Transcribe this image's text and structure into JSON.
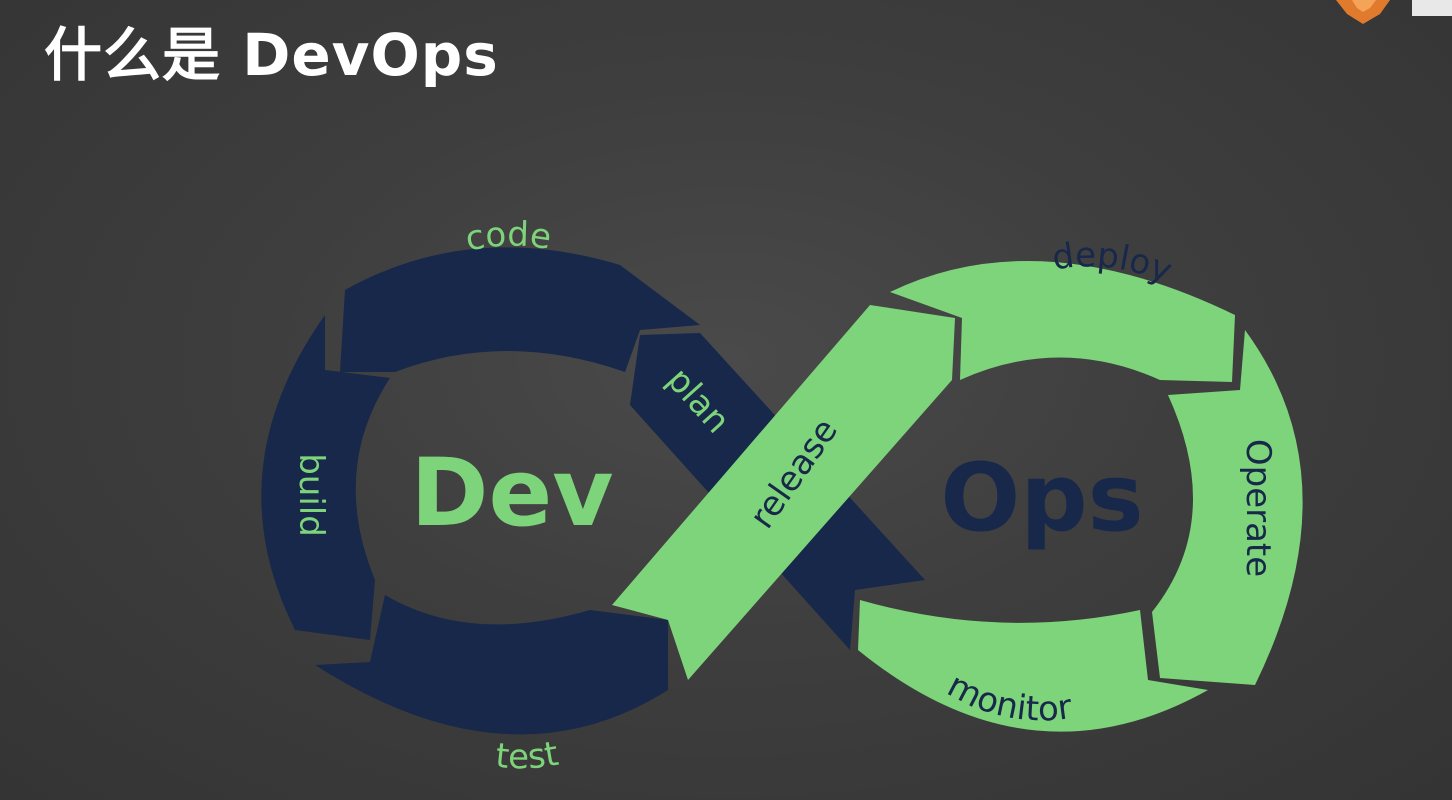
{
  "slide": {
    "title": "什么是 DevOps"
  },
  "diagram": {
    "dev_label": "Dev",
    "ops_label": "Ops",
    "dev_stages": {
      "plan": "plan",
      "code": "code",
      "build": "build",
      "test": "test"
    },
    "ops_stages": {
      "release": "release",
      "deploy": "deploy",
      "operate": "Operate",
      "monitor": "monitor"
    }
  },
  "colors": {
    "background": "#3e3e3e",
    "dev_navy": "#17284a",
    "ops_green": "#7ed47a",
    "title_white": "#ffffff",
    "logo_orange": "#e07a2c"
  },
  "icons": {
    "corner_logo": "brand-logo-icon"
  }
}
